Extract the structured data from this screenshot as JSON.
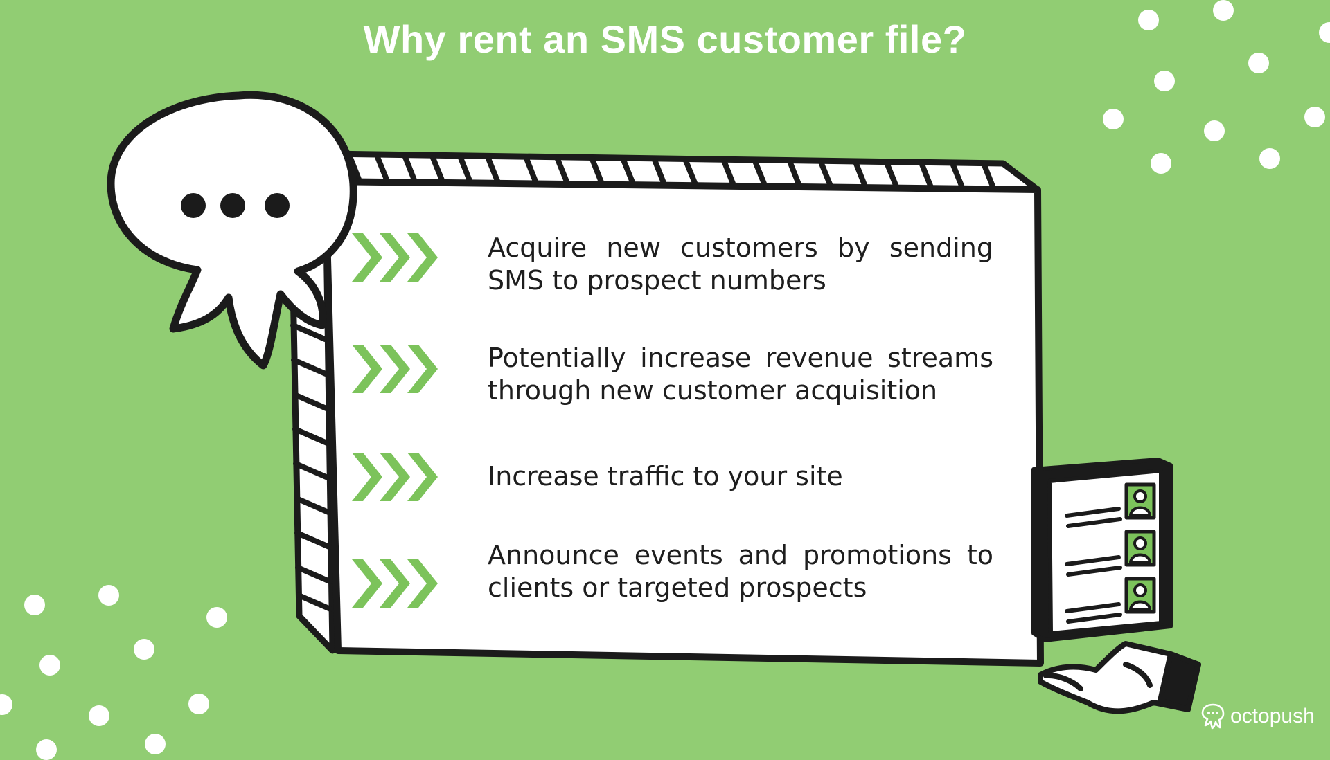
{
  "page": {
    "title": "Why rent an SMS customer file?",
    "background_color": "#91cd73",
    "accent_color": "#7cc35b"
  },
  "benefits": [
    {
      "icon": "triple-chevron-icon",
      "text": "Acquire new customers by sending SMS to prospect numbers"
    },
    {
      "icon": "triple-chevron-icon",
      "text": "Potentially increase revenue streams through new customer acquisition"
    },
    {
      "icon": "triple-chevron-icon",
      "text": "Increase traffic to your site"
    },
    {
      "icon": "triple-chevron-icon",
      "text": "Announce events and promotions to clients or targeted prospects"
    }
  ],
  "illustrations": {
    "speech_bubble": "octopus-speech-bubble-icon",
    "contact_file": "contact-list-icon",
    "hand": "hand-icon"
  },
  "brand": {
    "name": "octopush",
    "logo_icon": "octopus-logo-icon"
  }
}
